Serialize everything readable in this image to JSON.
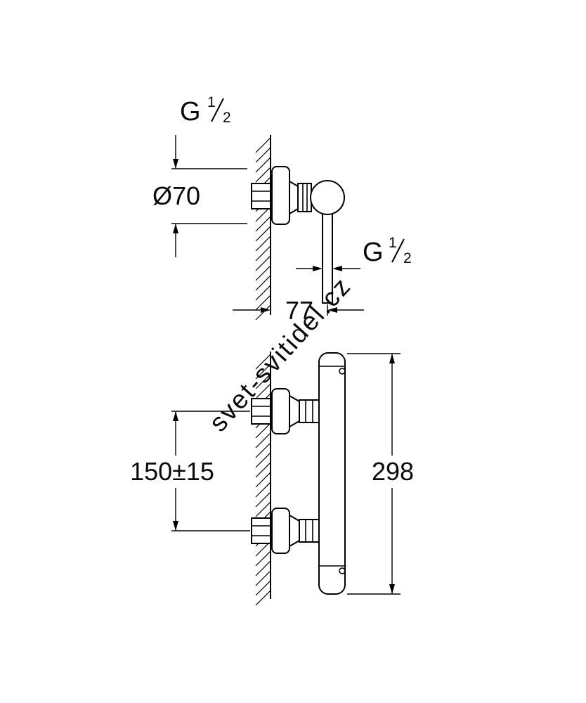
{
  "watermark": {
    "text": "svet-svitidel.cz"
  },
  "colors": {
    "line": "#000000",
    "watermark": "#c9c9c9",
    "background": "#ffffff"
  },
  "top_view": {
    "thread_top": {
      "prefix": "G",
      "numerator": "1",
      "denominator": "2"
    },
    "flange_diameter": "Ø70",
    "wall_to_outlet_depth": "77",
    "thread_outlet": {
      "prefix": "G",
      "numerator": "1",
      "denominator": "2"
    }
  },
  "front_view": {
    "connection_spacing": "150±15",
    "overall_height": "298"
  }
}
